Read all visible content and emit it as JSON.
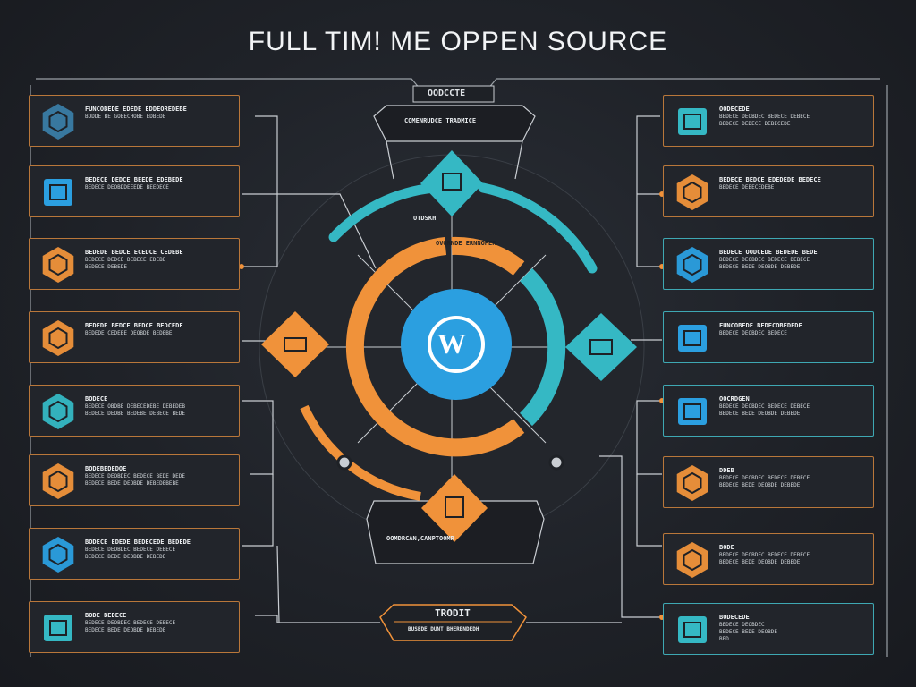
{
  "title": "FULL TIM! ME OPPEN SOURCE",
  "center": {
    "top_box_label": "OODCCTE",
    "banner_label": "COMENRUDCE TRADMICE",
    "outer_ring_label": "OVORNDE ERNNOPER",
    "orange_ring_label": "OTDSKH",
    "bottom_banner_label": "OOMDRCAN,CANPTOOMR",
    "bottom_box_title": "TRODIT",
    "bottom_box_sub": "BUSEDE DUNT BHERBNDEDH",
    "center_badge": "W"
  },
  "left_cards": [
    {
      "title": "FUNCOBEDE EDEDE EDDEOREDEBE",
      "lines": [
        "BODDE BE GOBECHOBE EDBEDE"
      ],
      "icon": "hexagon-gear-icon"
    },
    {
      "title": "BEDECE DEDCE BEEDE EDEBEDE",
      "lines": [
        "BEDECE DEOBDDEEEDE BEEDECE"
      ],
      "icon": "cube-icon"
    },
    {
      "title": "BEDEDE BEDCE ECEDCE CEDEBE",
      "lines": [
        "BEDECE DEDCE DEBECE EDEBE",
        "BEDECE DEBEDE"
      ],
      "icon": "hexagon-outline-icon"
    },
    {
      "title": "BEDEDE BEDCE BEDCE BEDCEDE",
      "lines": [
        "BEDEDE CEDEBE DEOBDE BEDEBE"
      ],
      "icon": "hexagon-shield-icon"
    },
    {
      "title": "BODECE",
      "lines": [
        "BEDECE OBDBE DEBECEDEBE DEBEDEB",
        "BEDECE DEOBE BEDEBE DEBECE BEDE"
      ],
      "icon": "hexagon-lock-icon"
    },
    {
      "title": "BODEBEDEDOE",
      "lines": [
        "BEDECE DEOBDEC BEDECE BEDE DEDE",
        "BEDECE BEDE DEOBDE DEBEDEBEBE"
      ],
      "icon": "hexagon-refresh-icon"
    },
    {
      "title": "BODECE EDEDE BEDECEDE BEDEDE",
      "lines": [
        "BEDECE DEOBDEC BEDECE DEBECE",
        "BEDECE BEDE DEOBDE DEBEDE"
      ],
      "icon": "hexagon-number-icon"
    },
    {
      "title": "BODE BEDECE",
      "lines": [
        "BEDECE DEOBDEC BEDECE DEBECE",
        "BEDECE BEDE DEOBDE DEBEDE"
      ],
      "icon": "box-stack-icon"
    }
  ],
  "right_cards": [
    {
      "title": "OODECEDE",
      "lines": [
        "BEDECE DEOBDEC BEDECE DEBECE",
        "BEDECE DEDECE DEBECEDE"
      ],
      "icon": "folder-icon"
    },
    {
      "title": "BEDECE BEDCE EDEDEDE BEDECE",
      "lines": [
        "BEDECE DEBECEDEBE"
      ],
      "icon": "hexagon-wrench-icon"
    },
    {
      "title": "BEDECE OODCEDE BEDEDE BEDE",
      "lines": [
        "BEDECE DEOBDEC BEDECE DEBECE",
        "BEDECE BEDE DEOBDE DEBEDE"
      ],
      "icon": "hexagon-target-icon"
    },
    {
      "title": "FUNCOBEDE BEDECOBEDEDE",
      "lines": [
        "BEDECE DEOBDEC BEDECE"
      ],
      "icon": "monitor-icon"
    },
    {
      "title": "OOCRDGEN",
      "lines": [
        "BEDECE DEOBDEC BEDECE DEBECE",
        "BEDECE BEDE DEOBDE DEBEDE"
      ],
      "icon": "box-3d-icon"
    },
    {
      "title": "DDEB",
      "lines": [
        "BEDECE DEOBDEC BEDECE DEBECE",
        "BEDECE BEDE DEOBDE DEBEDE"
      ],
      "icon": "hexagon-hand-icon"
    },
    {
      "title": "BODE",
      "lines": [
        "BEDECE DEOBDEC BEDECE DEBECE",
        "BEDECE BEDE DEOBDE DEBEDE"
      ],
      "icon": "hexagon-plug-icon"
    },
    {
      "title": "BODECEDE",
      "lines": [
        "BEDECE DEOBDEC",
        "BEDECE BEDE DEOBDE",
        "BED"
      ],
      "icon": "window-icon"
    }
  ],
  "colors": {
    "orange": "#f0923a",
    "teal": "#35b8c4",
    "blue": "#2b9fe0",
    "line": "#c9cdd2",
    "panel": "#22252b"
  }
}
